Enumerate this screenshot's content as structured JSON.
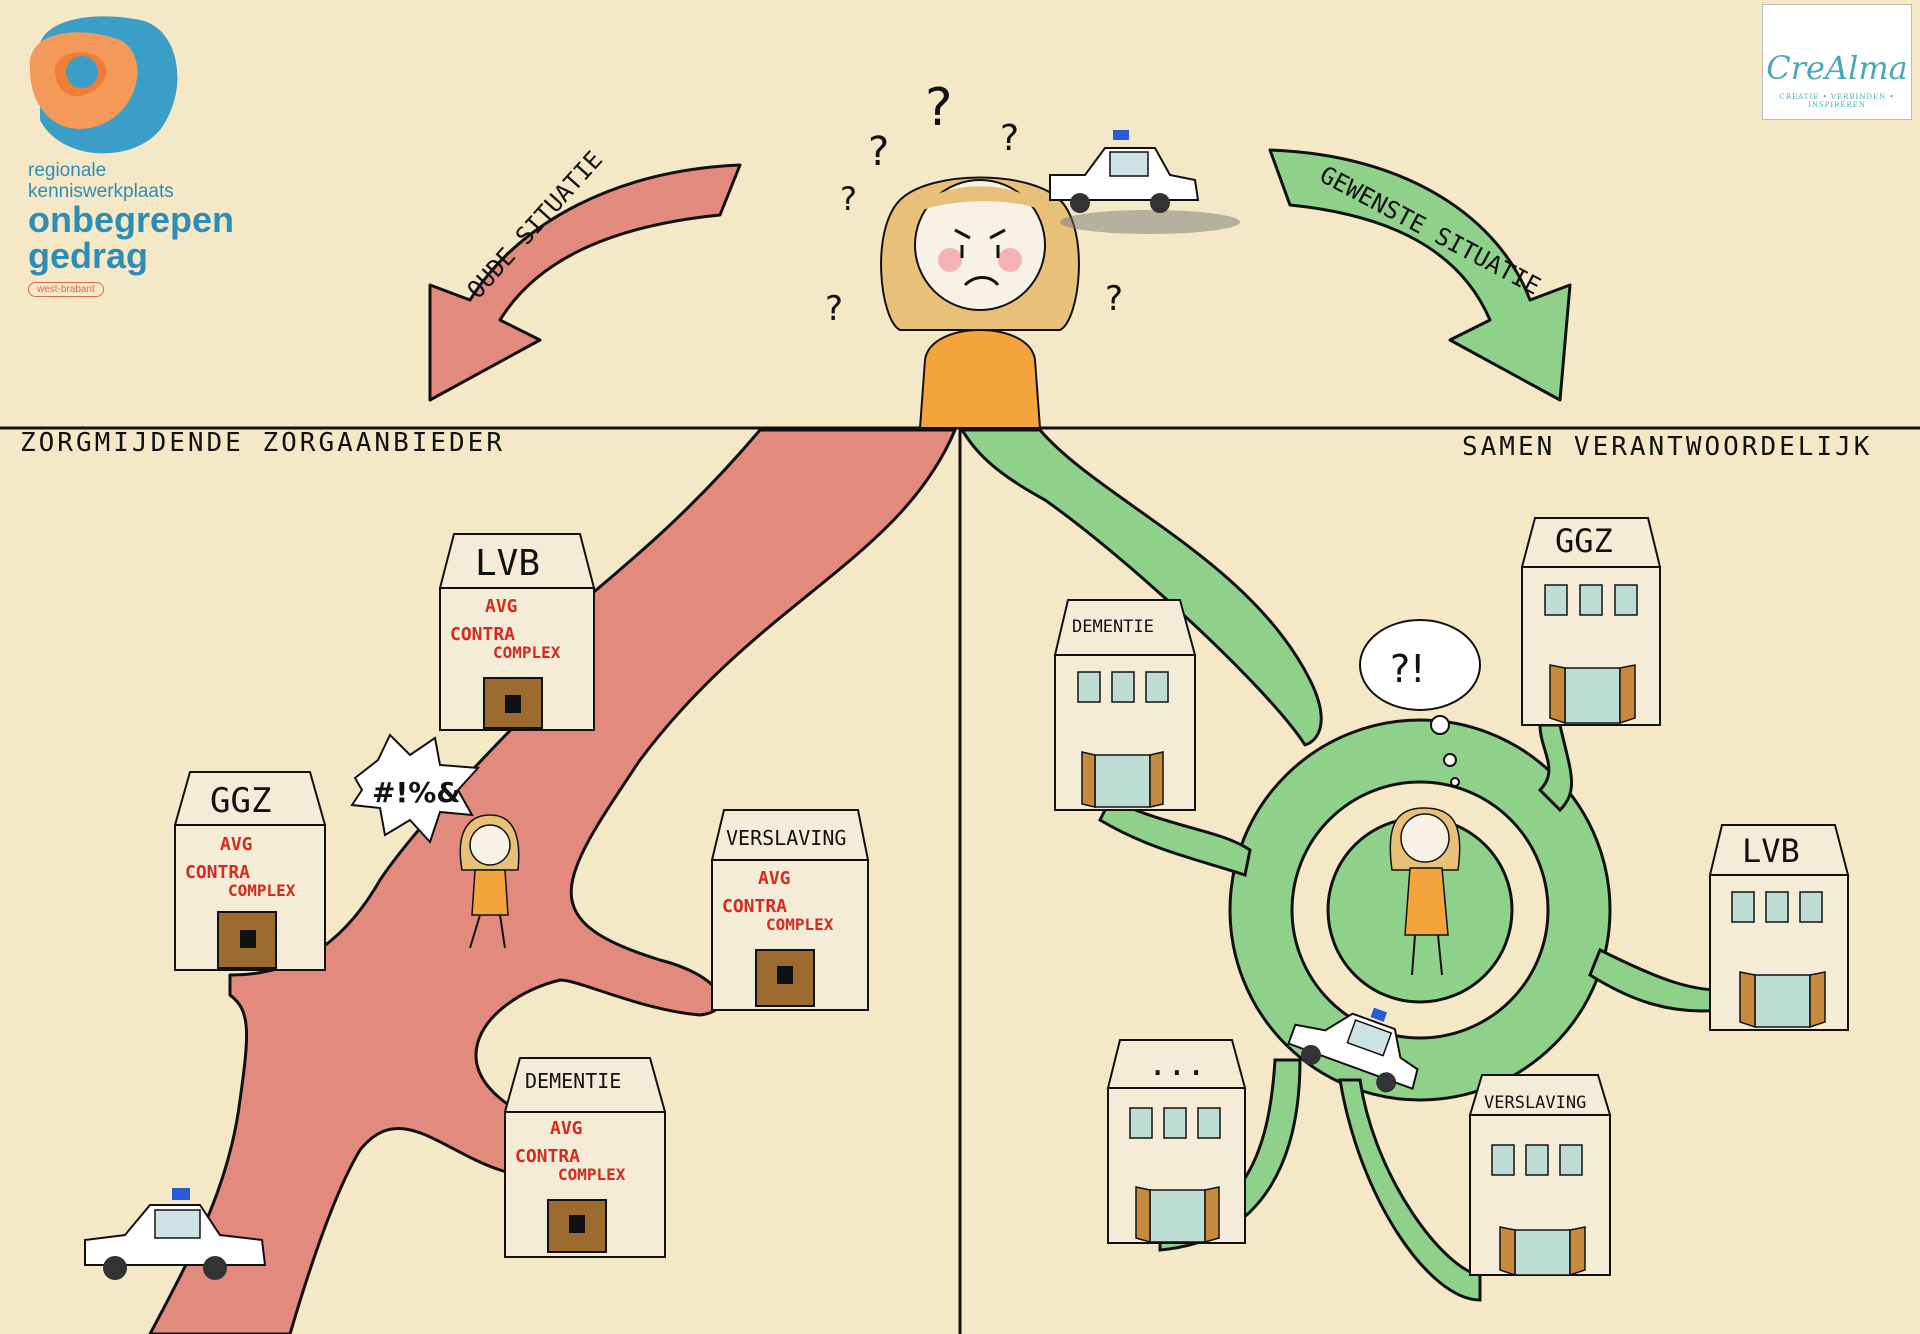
{
  "logo": {
    "line1": "regionale",
    "line2": "kenniswerkplaats",
    "line3": "onbegrepen",
    "line4": "gedrag",
    "badge": "west-brabant"
  },
  "crealma": {
    "name": "CreAlma",
    "tagline": "CREATIE • VERBINDEN • INSPIREREN"
  },
  "arrows": {
    "old": "OUDE SITUATIE",
    "new": "GEWENSTE SITUATIE"
  },
  "sections": {
    "left": "ZORGMIJDENDE ZORGAANBIEDER",
    "right": "SAMEN VERANTWOORDELIJK"
  },
  "left_houses": {
    "lvb": "LVB",
    "ggz": "GGZ",
    "verslaving": "VERSLAVING",
    "dementie": "DEMENTIE",
    "avg": "AVG",
    "contra": "CONTRA",
    "complex": "COMPLEX"
  },
  "right_houses": {
    "dementie": "DEMENTIE",
    "ggz": "GGZ",
    "lvb": "LVB",
    "verslaving": "VERSLAVING",
    "dots": "..."
  },
  "speech": {
    "curse": "#!%&",
    "thought": "?!"
  },
  "colors": {
    "background": "#f5e8c7",
    "old_path": "#e28a7e",
    "new_path": "#8fd18a",
    "person": "#f4a43c"
  }
}
